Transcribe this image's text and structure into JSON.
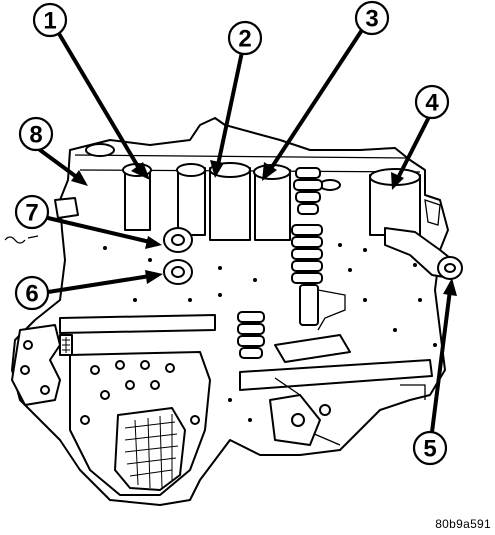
{
  "callouts": [
    {
      "id": 1,
      "label": "1"
    },
    {
      "id": 2,
      "label": "2"
    },
    {
      "id": 3,
      "label": "3"
    },
    {
      "id": 4,
      "label": "4"
    },
    {
      "id": 5,
      "label": "5"
    },
    {
      "id": 6,
      "label": "6"
    },
    {
      "id": 7,
      "label": "7"
    },
    {
      "id": 8,
      "label": "8"
    }
  ],
  "figure_code": "80b9a591",
  "colors": {
    "ink": "#000000",
    "paper": "#ffffff"
  }
}
